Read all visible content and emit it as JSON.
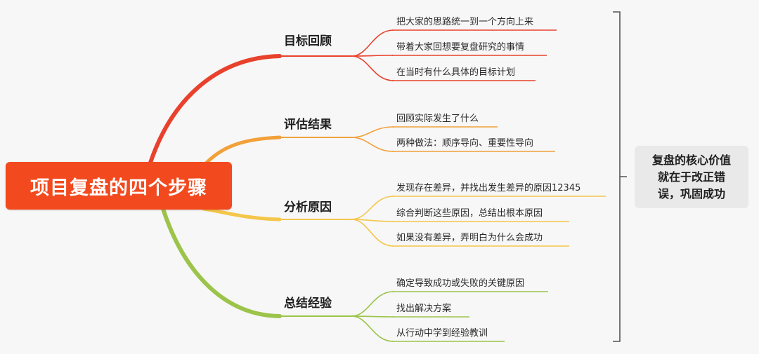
{
  "root": {
    "title": "项目复盘的四个步骤"
  },
  "branches": [
    {
      "label": "目标回顾",
      "color": "#e8412c",
      "items": [
        "把大家的思路统一到一个方向上来",
        "带着大家回想要复盘研究的事情",
        "在当时有什么具体的目标计划"
      ]
    },
    {
      "label": "评估结果",
      "color": "#f2a13a",
      "items": [
        "回顾实际发生了什么",
        "两种做法：顺序导向、重要性导向"
      ]
    },
    {
      "label": "分析原因",
      "color": "#f4c64a",
      "items": [
        "发现存在差异，并找出发生差异的原因12345",
        "综合判断这些原因，总结出根本原因",
        "如果没有差异，弄明白为什么会成功"
      ]
    },
    {
      "label": "总结经验",
      "color": "#9cc44a",
      "items": [
        "确定导致成功或失败的关键原因",
        "找出解决方案",
        "从行动中学到经验教训"
      ]
    }
  ],
  "summary": {
    "lines": [
      "复盘的核心价值",
      "就在于改正错",
      "误，巩固成功"
    ]
  }
}
